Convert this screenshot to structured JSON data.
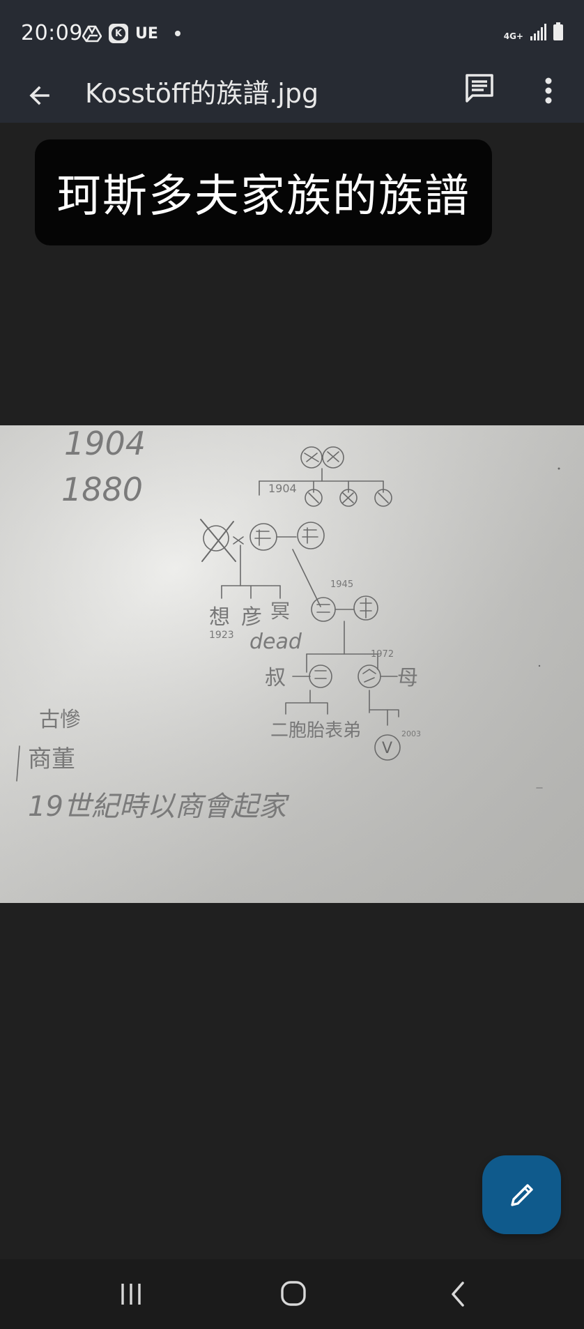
{
  "status_bar": {
    "time": "20:09",
    "left_icons": [
      "drive-icon",
      "k-app-icon",
      "ue-icon",
      "dot-icon"
    ],
    "ue_label": "UE",
    "network_label": "4G+",
    "right_icons": [
      "network-4g-icon",
      "signal-icon",
      "battery-icon"
    ]
  },
  "app_bar": {
    "title": "Kosstöff的族譜.jpg",
    "back_icon": "arrow-back-icon",
    "actions": [
      "comment-icon",
      "more-vert-icon"
    ]
  },
  "caption": {
    "text": "珂斯多夫家族的族譜"
  },
  "photo": {
    "description_icon": "handwritten-family-tree-image",
    "handwriting": {
      "year_1": "1904",
      "year_2": "1880",
      "note": "19世紀時以商會起家",
      "dead": "dead",
      "year_1945": "1945",
      "year_1972": "1972",
      "year_2003": "2003",
      "year_1904_small": "1904",
      "year_1923": "1923",
      "v_label": "V"
    }
  },
  "fab": {
    "icon": "edit-pencil-icon"
  },
  "nav_bar": {
    "icons": [
      "recents-icon",
      "home-icon",
      "back-chevron-icon"
    ]
  },
  "colors": {
    "app_bar_bg": "#272b33",
    "page_bg": "#202020",
    "fab_bg": "#0f5a8c",
    "caption_bg": "#050505"
  }
}
